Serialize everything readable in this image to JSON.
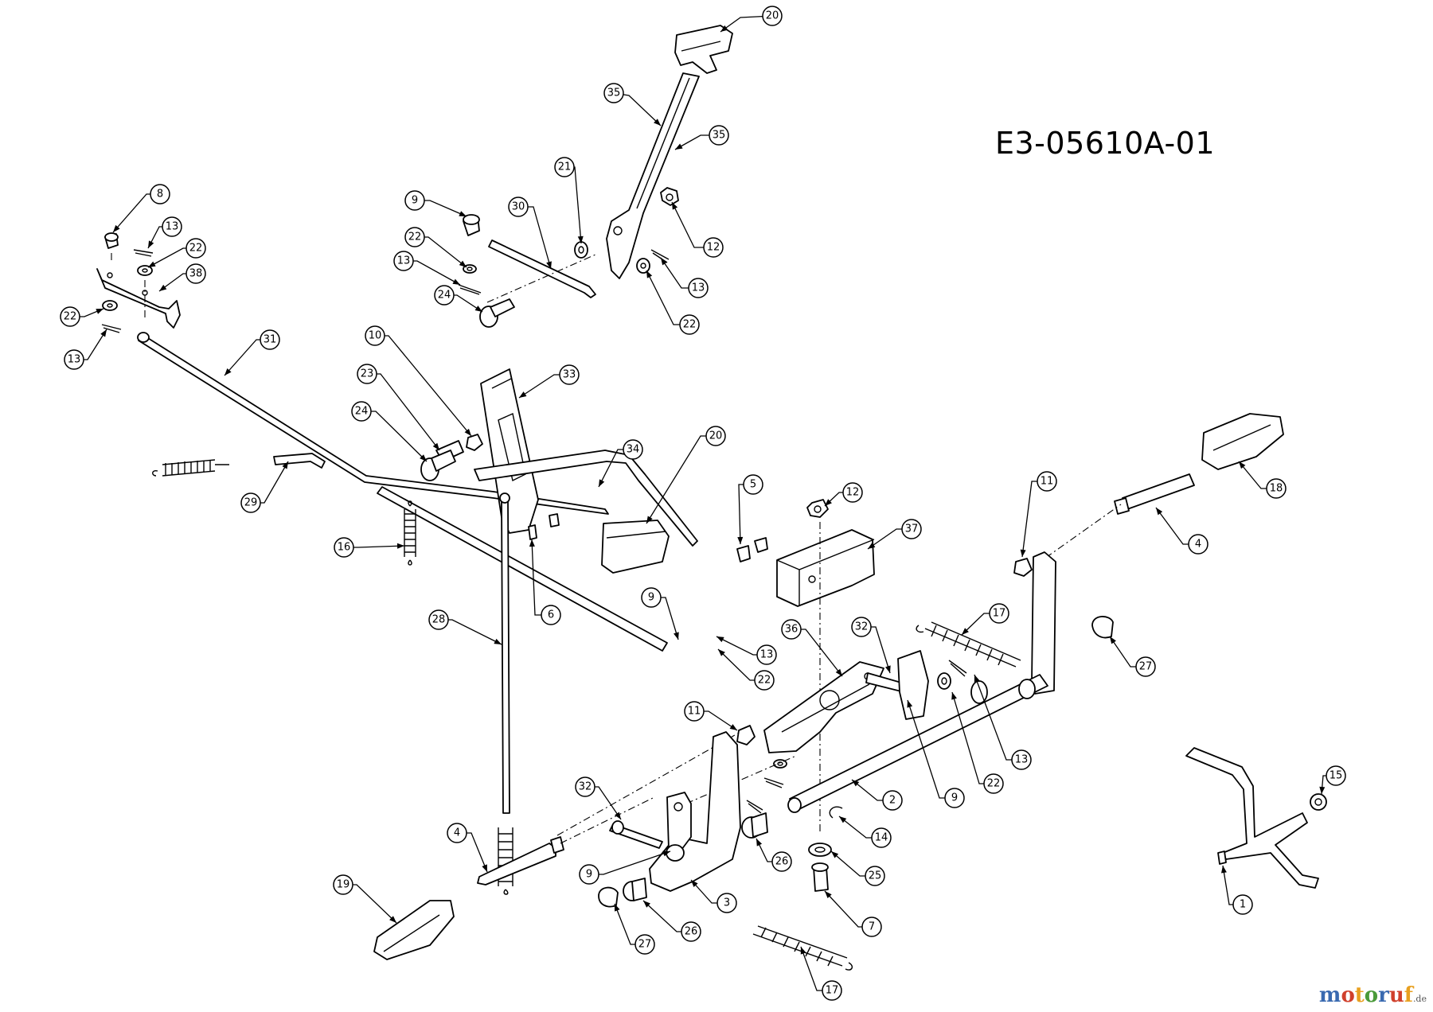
{
  "drawing_code": "E3-05610A-01",
  "watermark": {
    "text": "motoruf",
    "tld": ".de"
  },
  "callouts": [
    {
      "label": "20"
    },
    {
      "label": "35"
    },
    {
      "label": "35"
    },
    {
      "label": "21"
    },
    {
      "label": "30"
    },
    {
      "label": "9"
    },
    {
      "label": "22"
    },
    {
      "label": "13"
    },
    {
      "label": "24"
    },
    {
      "label": "12"
    },
    {
      "label": "13"
    },
    {
      "label": "22"
    },
    {
      "label": "8"
    },
    {
      "label": "13"
    },
    {
      "label": "22"
    },
    {
      "label": "38"
    },
    {
      "label": "22"
    },
    {
      "label": "13"
    },
    {
      "label": "31"
    },
    {
      "label": "10"
    },
    {
      "label": "33"
    },
    {
      "label": "23"
    },
    {
      "label": "24"
    },
    {
      "label": "34"
    },
    {
      "label": "20"
    },
    {
      "label": "29"
    },
    {
      "label": "16"
    },
    {
      "label": "5"
    },
    {
      "label": "12"
    },
    {
      "label": "37"
    },
    {
      "label": "11"
    },
    {
      "label": "18"
    },
    {
      "label": "4"
    },
    {
      "label": "6"
    },
    {
      "label": "9"
    },
    {
      "label": "13"
    },
    {
      "label": "22"
    },
    {
      "label": "28"
    },
    {
      "label": "36"
    },
    {
      "label": "32"
    },
    {
      "label": "17"
    },
    {
      "label": "27"
    },
    {
      "label": "11"
    },
    {
      "label": "13"
    },
    {
      "label": "22"
    },
    {
      "label": "2"
    },
    {
      "label": "9"
    },
    {
      "label": "14"
    },
    {
      "label": "15"
    },
    {
      "label": "32"
    },
    {
      "label": "4"
    },
    {
      "label": "26"
    },
    {
      "label": "9"
    },
    {
      "label": "25"
    },
    {
      "label": "3"
    },
    {
      "label": "7"
    },
    {
      "label": "19"
    },
    {
      "label": "27"
    },
    {
      "label": "26"
    },
    {
      "label": "1"
    },
    {
      "label": "17"
    }
  ]
}
